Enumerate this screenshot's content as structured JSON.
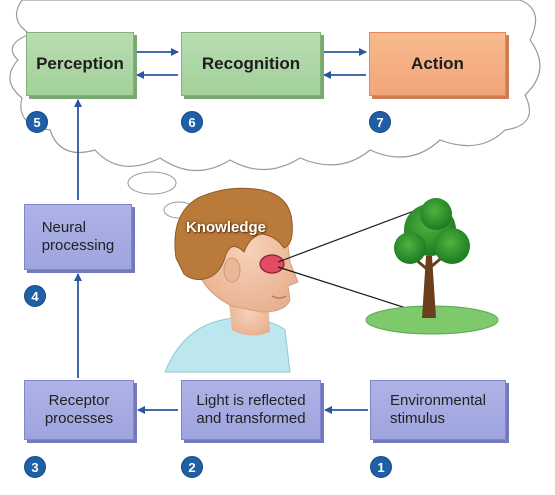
{
  "stages": {
    "perception": "Perception",
    "recognition": "Recognition",
    "action": "Action",
    "neural": "Neural\nprocessing",
    "receptor": "Receptor\nprocesses",
    "light": "Light is reflected\nand transformed",
    "environment": "Environmental\nstimulus"
  },
  "numbers": {
    "n1": "1",
    "n2": "2",
    "n3": "3",
    "n4": "4",
    "n5": "5",
    "n6": "6",
    "n7": "7"
  },
  "knowledge_label": "Knowledge",
  "colors": {
    "green_box": "#a9d4a1",
    "orange_box": "#f5ab80",
    "blue_box": "#a3a9e0",
    "arrow": "#2a56a0",
    "number_badge": "#1f5fa6"
  }
}
